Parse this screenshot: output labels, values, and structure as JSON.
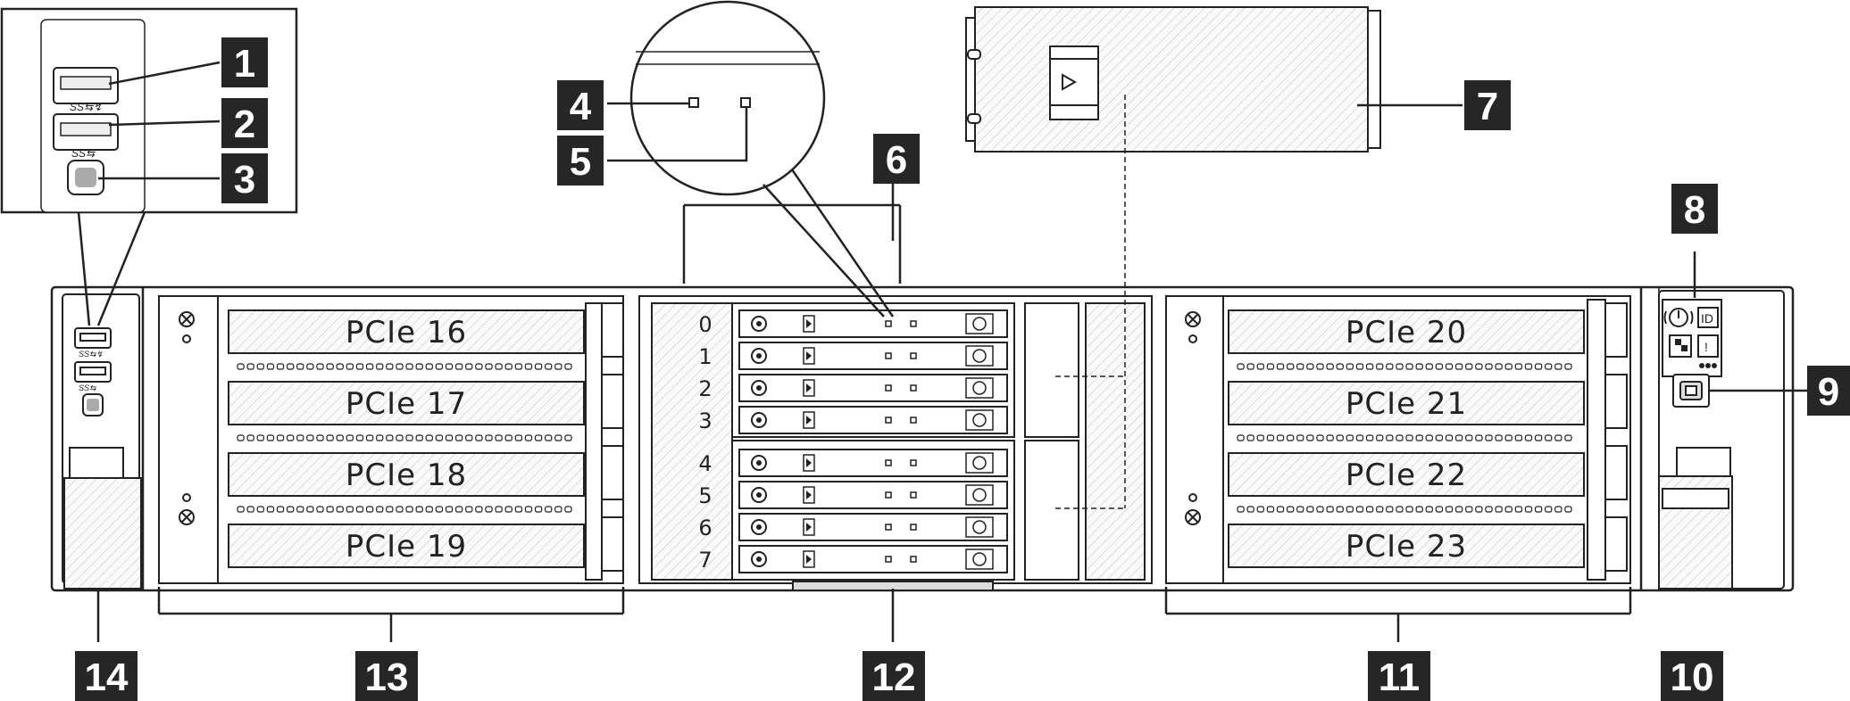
{
  "colors": {
    "line": "#222222",
    "hatch": "#bbbbbb",
    "panel_fill": "#f4f4f4",
    "callout_bg": "#262626",
    "callout_text": "#ffffff"
  },
  "pcie_slots_left": [
    "PCIe 16",
    "PCIe 17",
    "PCIe 18",
    "PCIe 19"
  ],
  "pcie_slots_right": [
    "PCIe 20",
    "PCIe 21",
    "PCIe 22",
    "PCIe 23"
  ],
  "drive_bays": [
    "0",
    "1",
    "2",
    "3",
    "4",
    "5",
    "6",
    "7"
  ],
  "usb_marks": {
    "usb1": "SS⇆↯",
    "usb2": "SS⇆"
  },
  "operator_panel": {
    "id_label": "ID",
    "alert_label": "!"
  },
  "callouts": [
    "1",
    "2",
    "3",
    "4",
    "5",
    "6",
    "7",
    "8",
    "9",
    "10",
    "11",
    "12",
    "13",
    "14"
  ]
}
